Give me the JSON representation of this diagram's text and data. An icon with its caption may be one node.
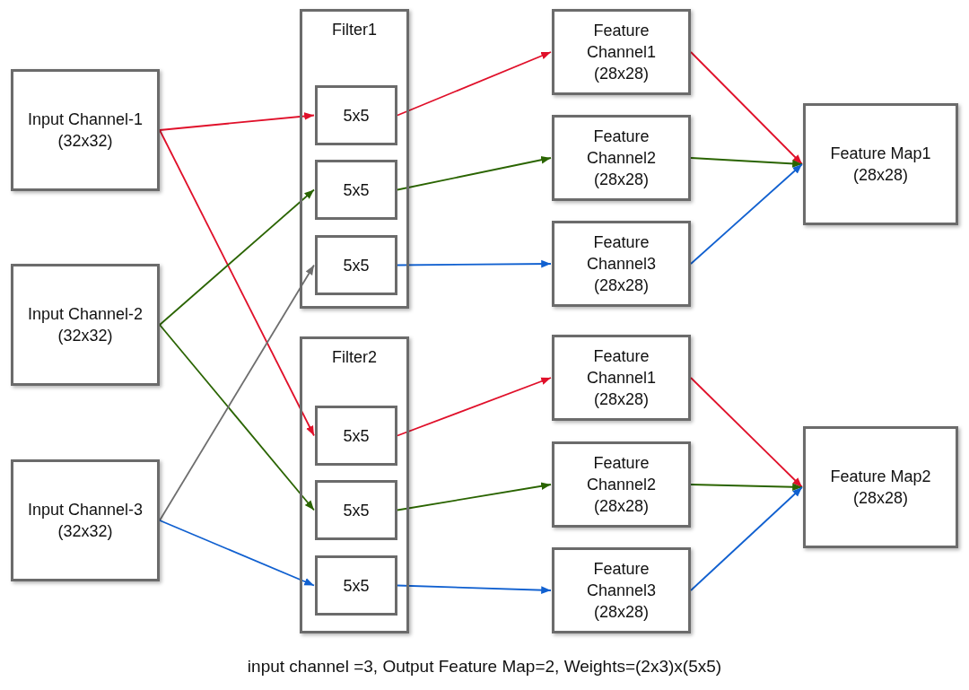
{
  "diagram": {
    "caption": "input channel =3, Output Feature Map=2, Weights=(2x3)x(5x5)",
    "nodes": [
      {
        "text": [
          "Input Channel-1 (32x32)"
        ]
      },
      {
        "text": [
          "Input Channel-2 (32x32)"
        ]
      },
      {
        "text": [
          "Input Channel-3 (32x32)"
        ]
      },
      {
        "text": [
          "Filter1"
        ]
      },
      {
        "text": [
          "5x5"
        ],
        "in": 3
      },
      {
        "text": [
          "5x5"
        ],
        "in": 3
      },
      {
        "text": [
          "5x5"
        ],
        "in": 3
      },
      {
        "text": [
          "Filter2"
        ]
      },
      {
        "text": [
          "5x5"
        ],
        "in": 7
      },
      {
        "text": [
          "5x5"
        ],
        "in": 7
      },
      {
        "text": [
          "5x5"
        ],
        "in": 7
      },
      {
        "text": [
          "Feature Channel1 (28x28)"
        ]
      },
      {
        "text": [
          "Feature Channel2 (28x28)"
        ]
      },
      {
        "text": [
          "Feature Channel3 (28x28)"
        ]
      },
      {
        "text": [
          "Feature Channel1 (28x28)"
        ]
      },
      {
        "text": [
          "Feature Channel2 (28x28)"
        ]
      },
      {
        "text": [
          "Feature Channel3 (28x28)"
        ]
      },
      {
        "text": [
          "Feature Map1 (28x28)"
        ]
      },
      {
        "text": [
          "Feature Map2 (28x28)"
        ]
      }
    ],
    "edges": [
      {
        "from": 0,
        "to": 4,
        "arrow": "to",
        "color": "#e0102a"
      },
      {
        "from": 0,
        "to": 8,
        "arrow": "to",
        "color": "#e0102a"
      },
      {
        "from": 1,
        "to": 5,
        "arrow": "to",
        "color": "#2a6400"
      },
      {
        "from": 1,
        "to": 9,
        "arrow": "to",
        "color": "#2a6400"
      },
      {
        "from": 2,
        "to": 6,
        "arrow": "to",
        "color": "#6e6e6e"
      },
      {
        "from": 2,
        "to": 10,
        "arrow": "to",
        "color": "#1060d0"
      },
      {
        "from": 4,
        "to": 11,
        "arrow": "to",
        "color": "#e0102a"
      },
      {
        "from": 5,
        "to": 12,
        "arrow": "to",
        "color": "#2a6400"
      },
      {
        "from": 6,
        "to": 13,
        "arrow": "to",
        "color": "#1060d0"
      },
      {
        "from": 8,
        "to": 14,
        "arrow": "to",
        "color": "#e0102a"
      },
      {
        "from": 9,
        "to": 15,
        "arrow": "to",
        "color": "#2a6400"
      },
      {
        "from": 10,
        "to": 16,
        "arrow": "to",
        "color": "#1060d0"
      },
      {
        "from": 11,
        "to": 17,
        "arrow": "to",
        "color": "#e0102a"
      },
      {
        "from": 12,
        "to": 17,
        "arrow": "to",
        "color": "#2a6400"
      },
      {
        "from": 13,
        "to": 17,
        "arrow": "to",
        "color": "#1060d0"
      },
      {
        "from": 14,
        "to": 18,
        "arrow": "to",
        "color": "#e0102a"
      },
      {
        "from": 15,
        "to": 18,
        "arrow": "to",
        "color": "#2a6400"
      },
      {
        "from": 16,
        "to": 18,
        "arrow": "to",
        "color": "#1060d0"
      }
    ]
  }
}
